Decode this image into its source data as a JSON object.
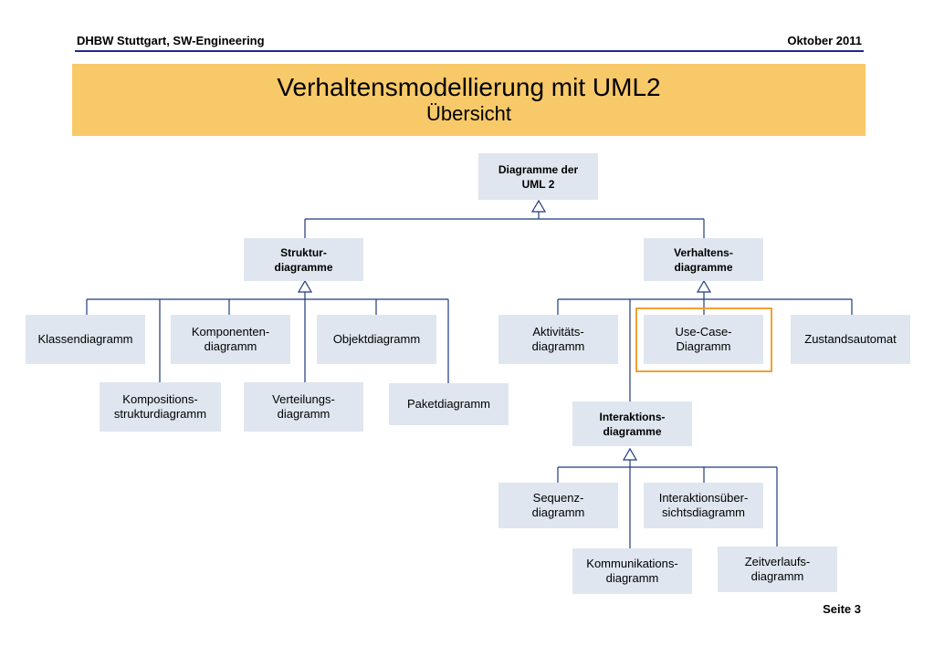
{
  "header": {
    "left": "DHBW Stuttgart, SW-Engineering",
    "right": "Oktober 2011"
  },
  "banner": {
    "title": "Verhaltensmodellierung mit UML2",
    "subtitle": "Übersicht"
  },
  "nodes": {
    "root": "Diagramme der\nUML 2",
    "struktur": "Struktur-\ndiagramme",
    "verhalten": "Verhaltens-\ndiagramme",
    "klassen": "Klassendiagramm",
    "komponenten": "Komponenten-\ndiagramm",
    "objekt": "Objektdiagramm",
    "kompositions": "Kompositions-\nstrukturdiagramm",
    "verteilungs": "Verteilungs-\ndiagramm",
    "paket": "Paketdiagramm",
    "aktivitaets": "Aktivitäts-\ndiagramm",
    "usecase": "Use-Case-\nDiagramm",
    "zustand": "Zustandsautomat",
    "interaktion": "Interaktions-\ndiagramme",
    "sequenz": "Sequenz-\ndiagramm",
    "interaktionsueber": "Interaktionsüber-\nsichtsdiagramm",
    "kommunikation": "Kommunikations-\ndiagramm",
    "zeitverlauf": "Zeitverlaufs-\ndiagramm"
  },
  "colors": {
    "box": "#dfe6ef",
    "line": "#1f3a7a",
    "banner": "#f8c968",
    "highlight": "#f0a030"
  },
  "footer": {
    "page": "Seite 3"
  }
}
